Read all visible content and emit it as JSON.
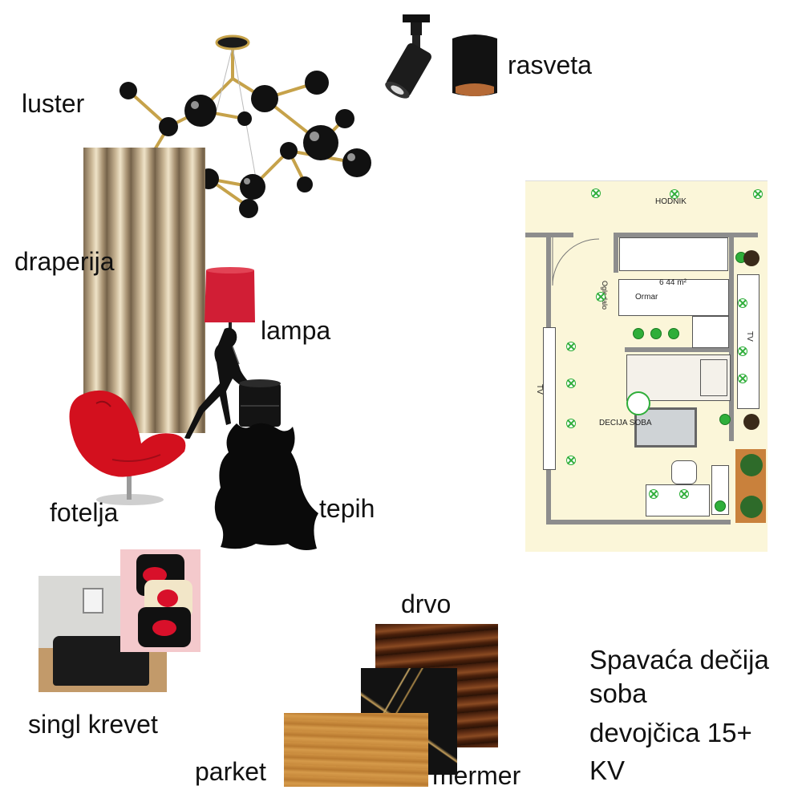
{
  "labels": {
    "luster": "luster",
    "rasveta": "rasveta",
    "draperija": "draperija",
    "lampa": "lampa",
    "fotelja": "fotelja",
    "tepih": "tepih",
    "singl_krevet": "singl krevet",
    "drvo": "drvo",
    "parket": "parket",
    "mermer": "mermer"
  },
  "title_lines": [
    "Spavaća dečija",
    "soba",
    "devojčica 15+",
    "KV"
  ],
  "floor_plan": {
    "hodnik": "HODNIK",
    "area": "6 44 m²",
    "ormar": "Ormar",
    "ogledalo": "Ogledalo",
    "tv": "TV",
    "room_name": "DECIJA SOBA"
  },
  "colors": {
    "lamp_shade": "#d11e35",
    "armchair": "#d3101e",
    "rug": "#0a0a0a",
    "chandelier_ball": "#111111",
    "chandelier_brass": "#c6a24a",
    "plan_bg": "#fbf6d9",
    "plan_light": "#2fae3a"
  },
  "icons": [
    "chandelier-icon",
    "track-spotlight-icon",
    "downlight-icon",
    "table-lamp-icon",
    "armchair-icon",
    "rug-icon",
    "side-table-icon"
  ]
}
